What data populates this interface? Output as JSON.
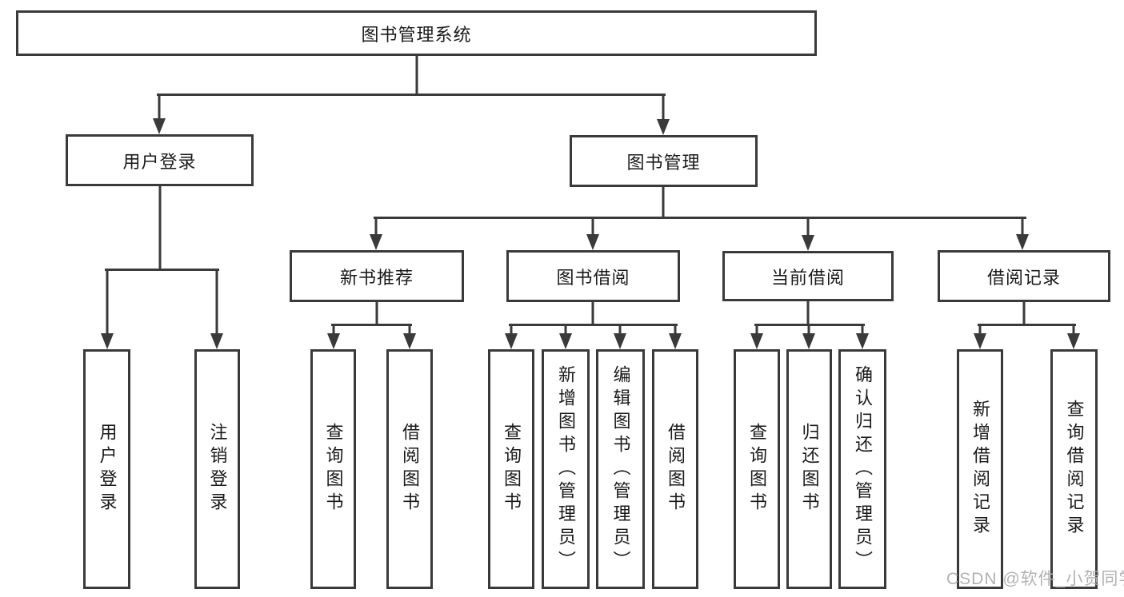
{
  "diagram_title": "图书管理系统",
  "tree": {
    "label": "图书管理系统",
    "children": [
      {
        "label": "用户登录",
        "children": [
          {
            "label": "用户登录"
          },
          {
            "label": "注销登录"
          }
        ]
      },
      {
        "label": "图书管理",
        "children": [
          {
            "label": "新书推荐",
            "children": [
              {
                "label": "查询图书"
              },
              {
                "label": "借阅图书"
              }
            ]
          },
          {
            "label": "图书借阅",
            "children": [
              {
                "label": "查询图书"
              },
              {
                "label": "新增图书（管理员）"
              },
              {
                "label": "编辑图书（管理员）"
              },
              {
                "label": "借阅图书"
              }
            ]
          },
          {
            "label": "当前借阅",
            "children": [
              {
                "label": "查询图书"
              },
              {
                "label": "归还图书"
              },
              {
                "label": "确认归还（管理员）"
              }
            ]
          },
          {
            "label": "借阅记录",
            "children": [
              {
                "label": "新增借阅记录"
              },
              {
                "label": "查询借阅记录"
              }
            ]
          }
        ]
      }
    ]
  },
  "watermark": {
    "text": "CSDN @软件_小贺同学"
  },
  "colors": {
    "line": "#3a3a3a",
    "text": "#1a1a1a",
    "background": "#ffffff",
    "watermark": "#b2b2b6"
  }
}
